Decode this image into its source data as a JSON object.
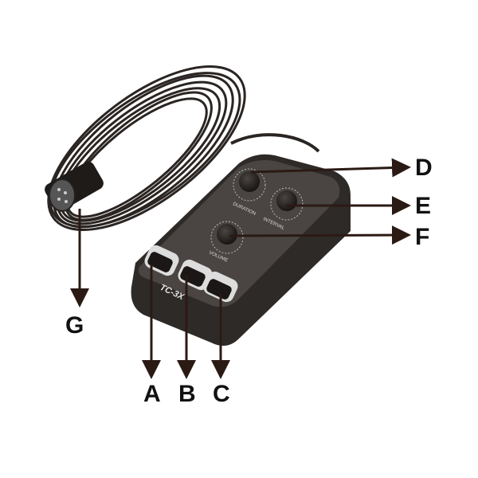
{
  "device": {
    "model": "TC-3X",
    "knob_labels": {
      "duration": "DURATION",
      "interval": "INTERVAL",
      "volume": "VOLUME"
    }
  },
  "callouts": {
    "A": "A",
    "B": "B",
    "C": "C",
    "D": "D",
    "E": "E",
    "F": "F",
    "G": "G"
  },
  "colors": {
    "body": "#3a3633",
    "cable": "#2a2522",
    "line": "#2b1a14"
  }
}
